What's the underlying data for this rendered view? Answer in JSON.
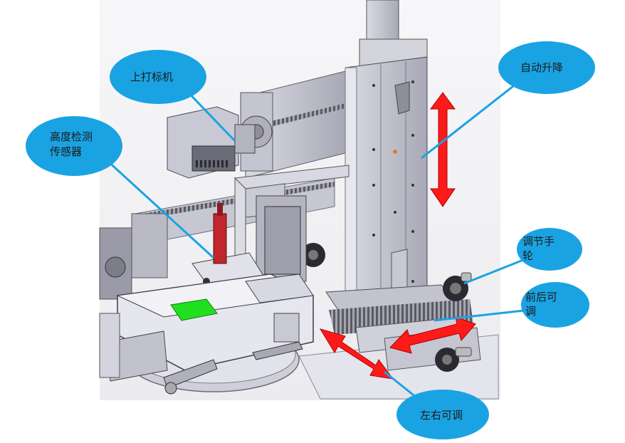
{
  "diagram": {
    "callouts": [
      {
        "id": "top-marker",
        "lines": [
          "上打标机"
        ]
      },
      {
        "id": "height-sensor",
        "lines": [
          "高度检测",
          "传感器"
        ]
      },
      {
        "id": "auto-lift",
        "lines": [
          "自动升降"
        ]
      },
      {
        "id": "handwheel",
        "lines": [
          "调节手",
          "轮"
        ]
      },
      {
        "id": "front-back",
        "lines": [
          "前后可",
          "调"
        ]
      },
      {
        "id": "left-right",
        "lines": [
          "左右可调"
        ]
      }
    ],
    "colors": {
      "callout_fill": "#1aa3e3",
      "arrow_red": "#ff1a1a",
      "machine_gray": "#b8b8c4",
      "sensor_red": "#c0262b",
      "indicator_green": "#20e020"
    },
    "icons": [
      "double-arrow-vertical-icon",
      "double-arrow-horizontal-icon"
    ]
  }
}
